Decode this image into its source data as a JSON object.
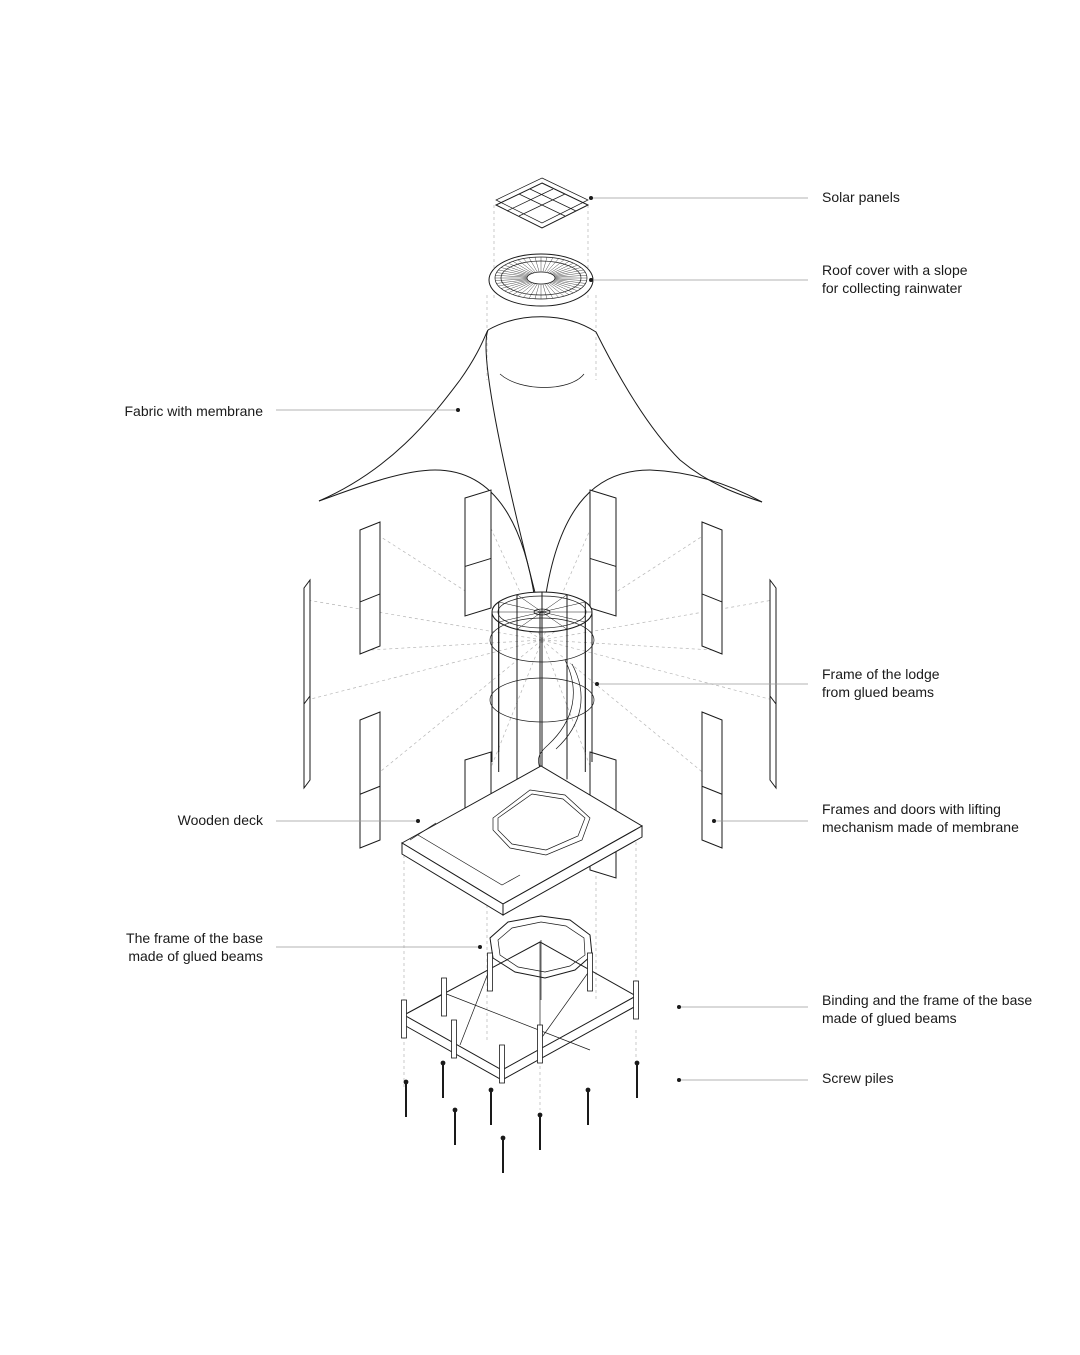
{
  "diagram": {
    "labels": {
      "solar_panels": [
        "Solar panels"
      ],
      "roof_cover": [
        "Roof cover with a slope",
        "for collecting rainwater"
      ],
      "fabric": [
        "Fabric with membrane"
      ],
      "lodge_frame": [
        "Frame of the lodge",
        "from glued beams"
      ],
      "wooden_deck": [
        "Wooden deck"
      ],
      "frames_doors": [
        "Frames and doors with lifting",
        "mechanism made of membrane"
      ],
      "base_frame": [
        "The frame of the base",
        "made of glued beams"
      ],
      "binding_frame": [
        "Binding and the frame of the base",
        "made of glued beams"
      ],
      "screw_piles": [
        "Screw piles"
      ]
    },
    "colors": {
      "line": "#1a1a1a",
      "leader": "#9a9a9a",
      "guide": "#b5b5b5"
    }
  }
}
